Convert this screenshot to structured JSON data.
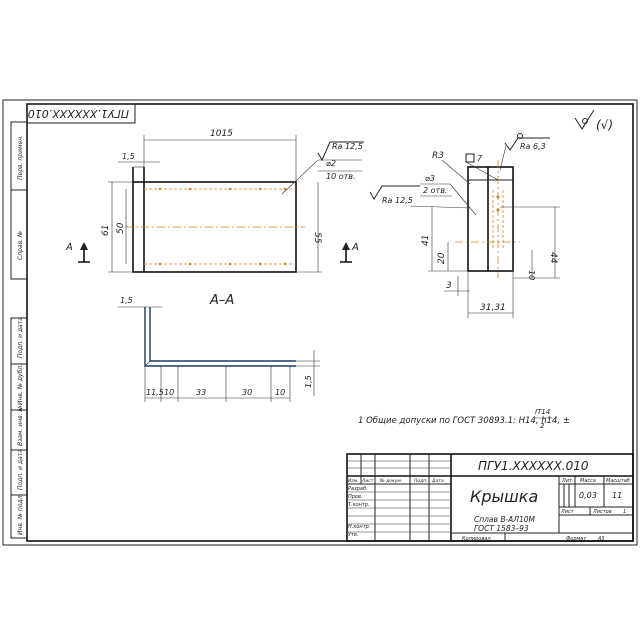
{
  "stamp_top": "ПГУ1.XXXXXX.010",
  "roughness_general": "(√)",
  "side_labels": [
    "Перв. примен.",
    "Справ. №",
    "Подп. и дата",
    "Инв. № дубл.",
    "Взам. инв. №",
    "Подп. и дата",
    "Инв. № подл."
  ],
  "front_view": {
    "dims": {
      "len": "1015",
      "offset": "1,5",
      "h_outer": "61",
      "h_mid": "50",
      "h_right": "55"
    },
    "roughness": "Ra 12,5",
    "hole_dia": "⌀2",
    "hole_count": "10 отв.",
    "cut_mark": "A"
  },
  "side_view": {
    "radius": "R3",
    "square": "7",
    "roughness_top": "Ra 6,3",
    "hole_dia": "⌀3",
    "hole_count": "2 отв.",
    "roughness_left": "Ra 12,5",
    "dims": {
      "d41": "41",
      "d20": "20",
      "d3": "3",
      "d44": "44",
      "d10": "10",
      "d3131": "31,31"
    }
  },
  "section": {
    "title": "А–А",
    "dims": {
      "top": "1,5",
      "d115": "11,5",
      "d10a": "10",
      "d33": "33",
      "d30": "30",
      "d10b": "10",
      "d15": "1,5"
    }
  },
  "note": "1 Общие допуски по ГОСТ 30893.1: H14, h14, ±",
  "note_frac_num": "IT14",
  "note_frac_den": "2",
  "title_block": {
    "designation": "ПГУ1.XXXXXX.010",
    "name": "Крышка",
    "material_line1": "Сплав В-АЛ10М",
    "material_line2": "ГОСТ 1583–93",
    "col_lit": "Лит.",
    "col_mass": "Масса",
    "col_scale": "Масштаб",
    "mass": "0,03",
    "scale": "11",
    "sheet_label": "Лист",
    "sheets_label": "Листов",
    "sheets_value": "1",
    "header": [
      "Изм.",
      "Лист",
      "№ докум.",
      "Подп.",
      "Дата"
    ],
    "roles": [
      "Разраб.",
      "Пров.",
      "Т.контр.",
      "",
      "Н.контр.",
      "Утв."
    ],
    "copied": "Копировал",
    "format": "Формат",
    "format_value": "А3"
  }
}
